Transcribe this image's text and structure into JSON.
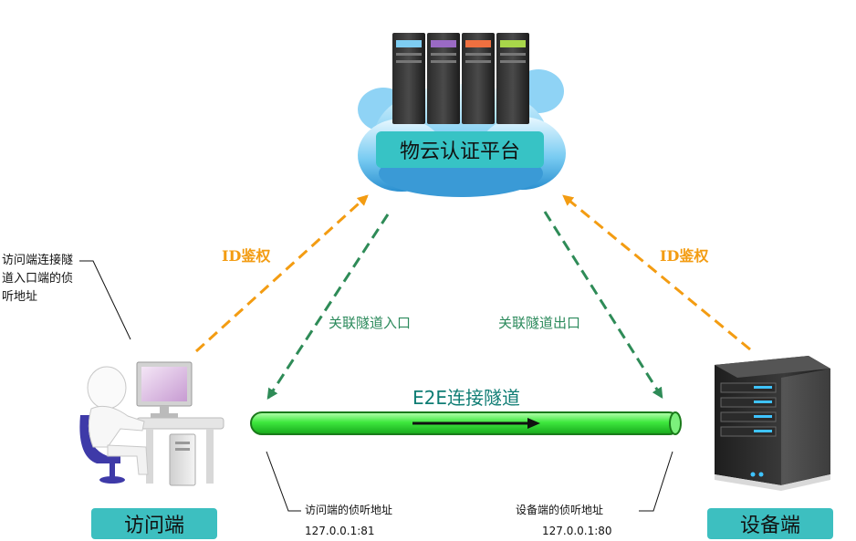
{
  "platform": {
    "label": "物云认证平台"
  },
  "visitor": {
    "label": "访问端"
  },
  "device": {
    "label": "设备端"
  },
  "links": {
    "id_auth_left": "ID鉴权",
    "id_auth_right": "ID鉴权",
    "tunnel_entry": "关联隧道入口",
    "tunnel_exit": "关联隧道出口"
  },
  "tunnel": {
    "title": "E2E连接隧道"
  },
  "notes": {
    "visitor_connect": "访问端连接隧道入口端的侦听地址",
    "visitor_listen_title": "访问端的侦听地址",
    "visitor_listen_addr": "127.0.0.1:81",
    "device_listen_title": "设备端的侦听地址",
    "device_listen_addr": "127.0.0.1:80"
  },
  "colors": {
    "orange_arrow": "#f39c12",
    "green_arrow": "#2e8b57",
    "tunnel_fill": "#3cdd3c",
    "label_fill": "#3dbfc0"
  }
}
